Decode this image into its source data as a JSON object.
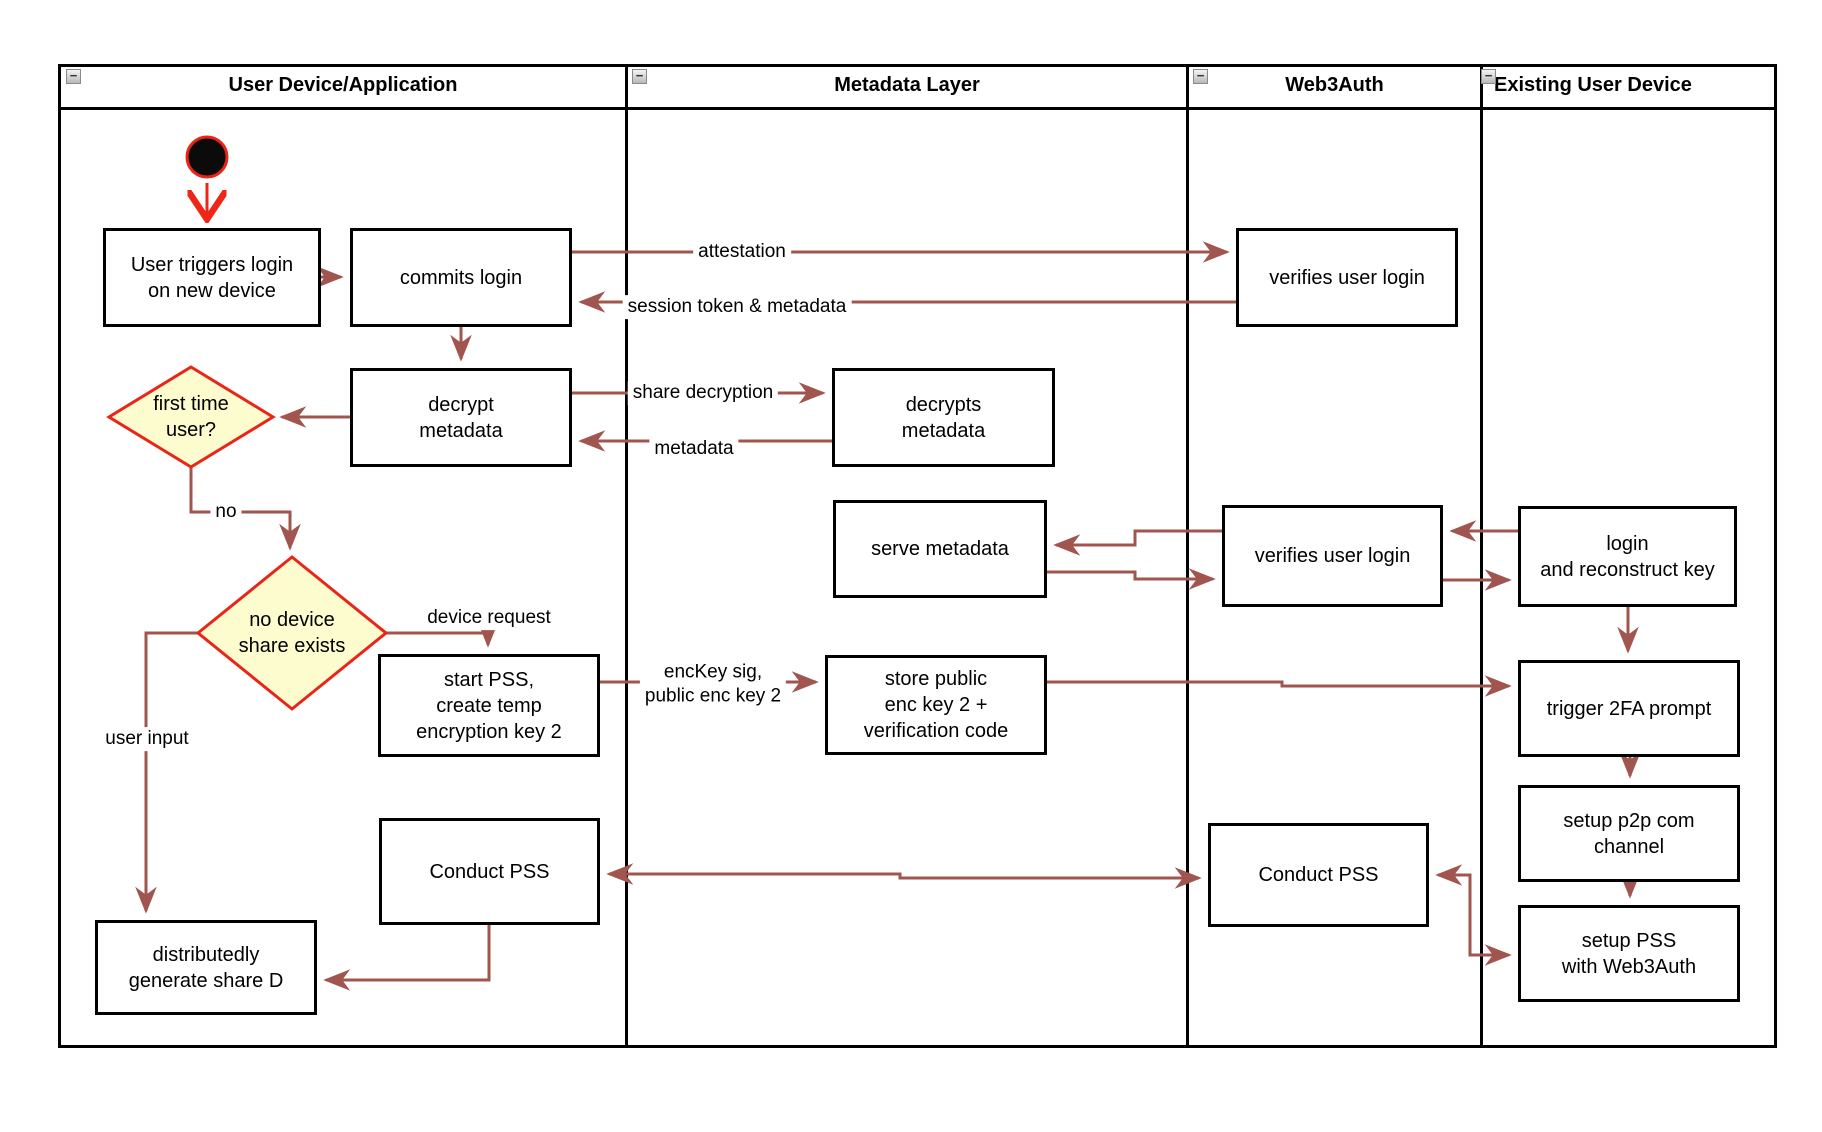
{
  "lanes": [
    {
      "label": "User Device/Application"
    },
    {
      "label": "Metadata Layer"
    },
    {
      "label": "Web3Auth"
    },
    {
      "label": "Existing User Device"
    }
  ],
  "collapse_icon": "−",
  "nodes": {
    "user_triggers": {
      "label": "User triggers login\non new device"
    },
    "commits_login": {
      "label": "commits login"
    },
    "verifies_login_1": {
      "label": "verifies user login"
    },
    "decrypt_metadata": {
      "label": "decrypt\nmetadata"
    },
    "decrypts_metadata": {
      "label": "decrypts\nmetadata"
    },
    "serve_metadata": {
      "label": "serve metadata"
    },
    "verifies_login_2": {
      "label": "verifies user login"
    },
    "login_reconstruct": {
      "label": "login\nand reconstruct key"
    },
    "start_pss": {
      "label": "start PSS,\ncreate temp\nencryption key 2"
    },
    "store_public": {
      "label": "store public\nenc key 2 +\nverification code"
    },
    "trigger_2fa": {
      "label": "trigger 2FA prompt"
    },
    "setup_p2p": {
      "label": "setup p2p com\nchannel"
    },
    "setup_pss": {
      "label": "setup PSS\nwith Web3Auth"
    },
    "conduct_pss_left": {
      "label": "Conduct PSS"
    },
    "conduct_pss_right": {
      "label": "Conduct PSS"
    },
    "distributedly": {
      "label": "distributedly\ngenerate share D"
    }
  },
  "decisions": {
    "first_time": {
      "label": "first time\nuser?"
    },
    "no_device_share": {
      "label": "no device\nshare exists"
    }
  },
  "edge_labels": {
    "attestation": "attestation",
    "session_token": "session token & metadata",
    "share_decryption": "share decryption",
    "metadata": "metadata",
    "no": "no",
    "device_request": "device request",
    "enckey": "encKey sig,\npublic enc key 2",
    "user_input": "user input"
  },
  "colors": {
    "flow_arrow": "#A0554F",
    "start_arrow": "#EE2617",
    "decision_fill": "#FCFCCE",
    "decision_border": "#EA2517",
    "node_border": "#000000",
    "lane_border": "#000000"
  }
}
